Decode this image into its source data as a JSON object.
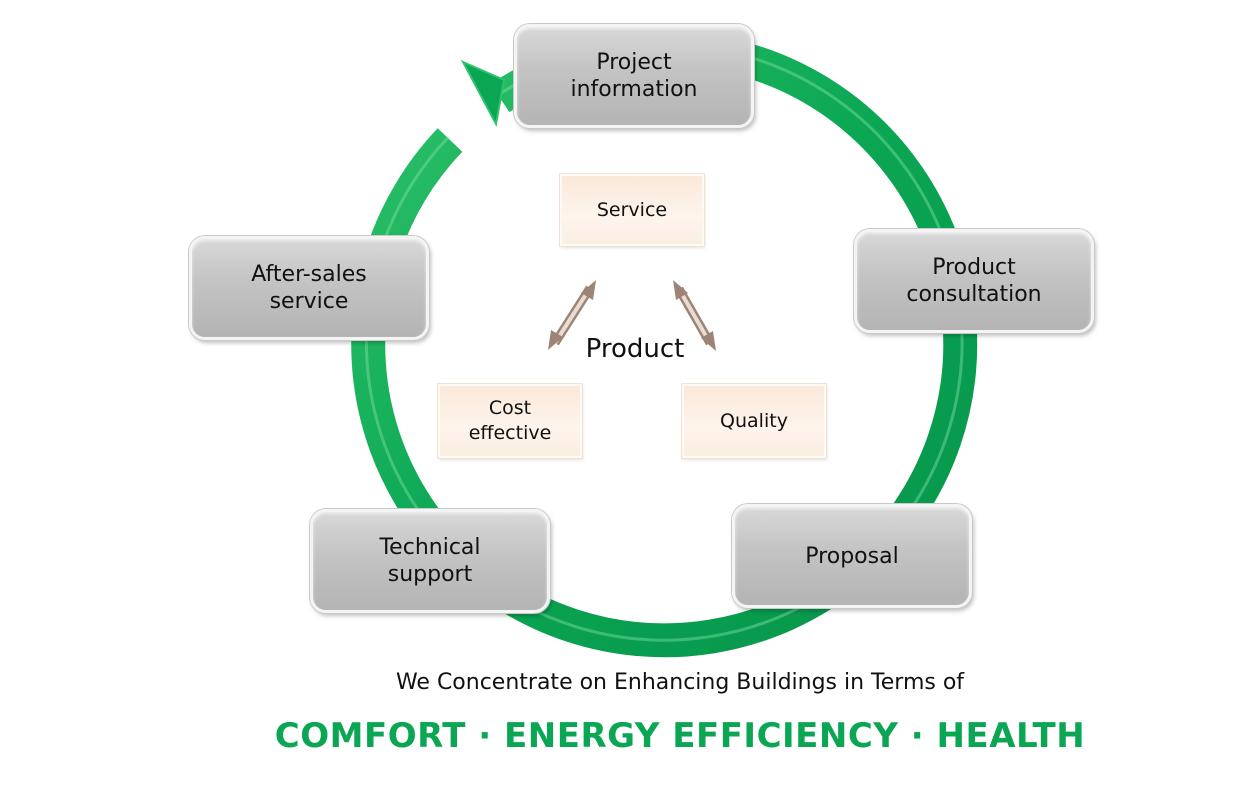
{
  "cycle_steps": [
    {
      "label": "Project\ninformation"
    },
    {
      "label": "Product\nconsultation"
    },
    {
      "label": "Proposal"
    },
    {
      "label": "Technical\nsupport"
    },
    {
      "label": "After-sales\nservice"
    }
  ],
  "product": {
    "center_label": "Product",
    "attributes": [
      {
        "label": "Service"
      },
      {
        "label": "Cost\neffective"
      },
      {
        "label": "Quality"
      }
    ]
  },
  "caption": "We Concentrate on Enhancing Buildings in Terms of",
  "tagline": "COMFORT · ENERGY EFFICIENCY · HEALTH",
  "colors": {
    "cycle_arrow": "#0aa653",
    "step_box": "#c3c3c3",
    "attribute_box": "#fbe9d9",
    "attribute_arrow": "#b79f8f",
    "tagline": "#0aa653"
  }
}
